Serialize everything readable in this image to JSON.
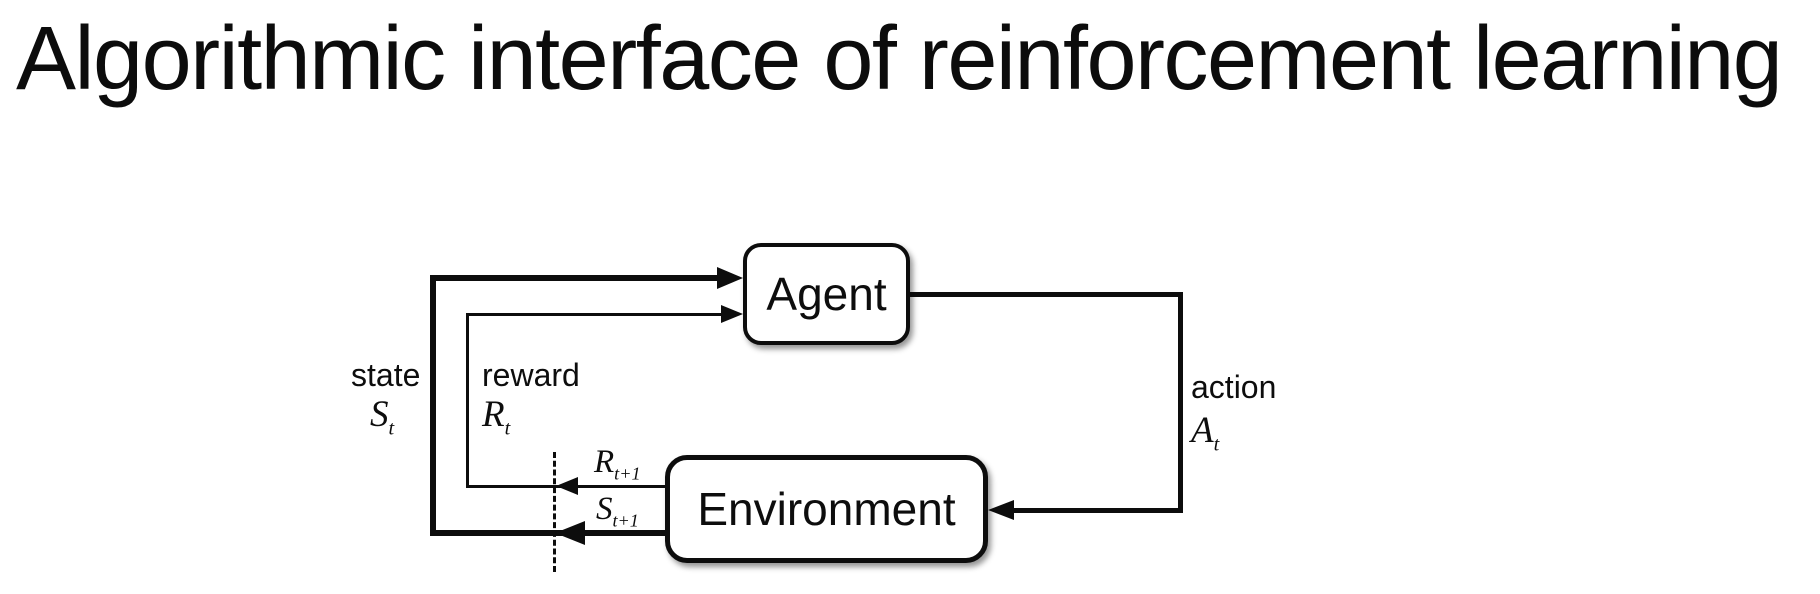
{
  "title": "Algorithmic interface of reinforcement learning",
  "colors": {
    "background": "#ffffff",
    "ink": "#0d0d0d"
  },
  "nodes": {
    "agent": "Agent",
    "environment": "Environment"
  },
  "labels": {
    "state": {
      "word": "state",
      "symbol": "S",
      "subscript": "t"
    },
    "reward": {
      "word": "reward",
      "symbol": "R",
      "subscript": "t"
    },
    "action": {
      "word": "action",
      "symbol": "A",
      "subscript": "t"
    },
    "next_reward": {
      "symbol": "R",
      "subscript": "t+1"
    },
    "next_state": {
      "symbol": "S",
      "subscript": "t+1"
    }
  },
  "edges": [
    {
      "from": "environment",
      "to": "agent",
      "signal": "state"
    },
    {
      "from": "environment",
      "to": "agent",
      "signal": "reward"
    },
    {
      "from": "agent",
      "to": "environment",
      "signal": "action"
    },
    {
      "from": "environment",
      "to": "time-boundary",
      "signal": "next reward"
    },
    {
      "from": "environment",
      "to": "time-boundary",
      "signal": "next state"
    }
  ]
}
